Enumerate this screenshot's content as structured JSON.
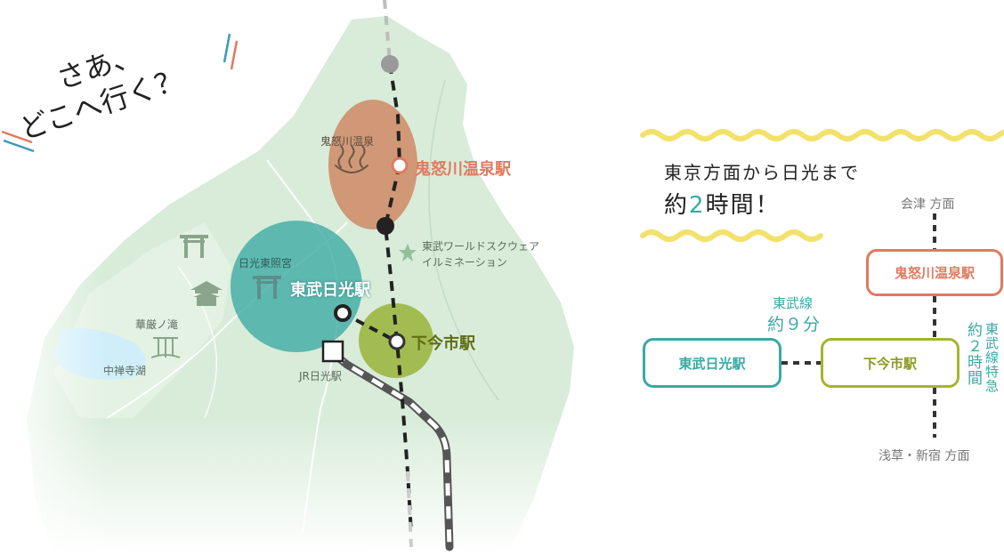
{
  "headline": {
    "line1": "さあ、",
    "line2": "どこへ行く？"
  },
  "map": {
    "places": {
      "kinugawa_onsen_area": "鬼怒川温泉",
      "toshogu": "日光東照宮",
      "kegon_falls": "華厳ノ滝",
      "lake_chuzenji": "中禅寺湖",
      "jr_nikko": "JR日光駅",
      "world_square": "東武ワールドスクウェア",
      "illumination": "イルミネーション"
    },
    "stations": {
      "kinugawa": "鬼怒川温泉駅",
      "tobu_nikko": "東武日光駅",
      "shimoimaichi": "下今市駅"
    }
  },
  "info": {
    "line1": "東京方面から日光まで",
    "line2_prefix": "約",
    "line2_number": "2",
    "line2_suffix": "時間！"
  },
  "route": {
    "aizu": "会津 方面",
    "kinugawa_box": "鬼怒川温泉駅",
    "tobu_nikko_box": "東武日光駅",
    "shimoimaichi_box": "下今市駅",
    "branch_line": "東武線",
    "branch_time": "約９分",
    "express_approx": "約２時間",
    "express_line": "東武線特急",
    "asakusa": "浅草・新宿 方面"
  },
  "colors": {
    "kinugawa": "#e07a5f",
    "tobu_nikko": "#3aa9a3",
    "shimoimaichi": "#a5b42f",
    "wavy": "#f2e26c"
  }
}
